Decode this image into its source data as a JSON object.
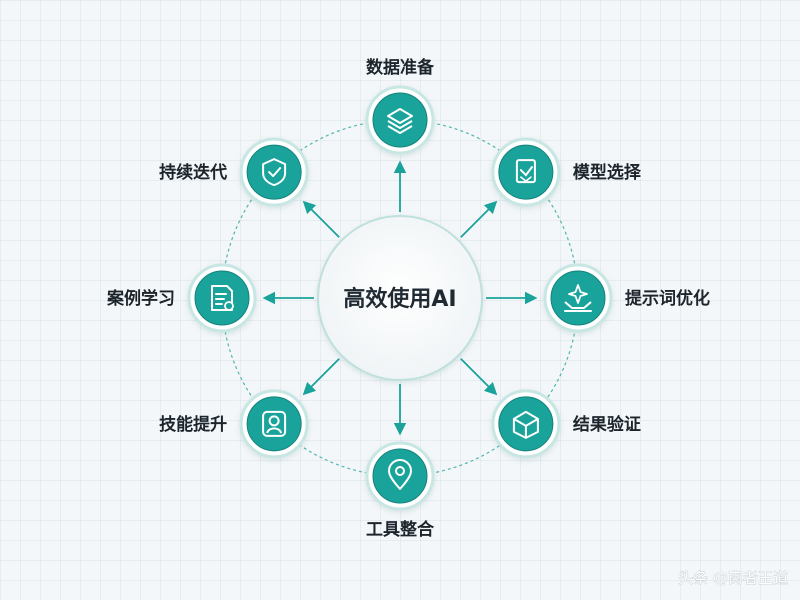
{
  "center": {
    "label": "高效使用AI"
  },
  "nodes": [
    {
      "id": "data-prep",
      "label": "数据准备",
      "icon": "layers-stack-icon"
    },
    {
      "id": "model-select",
      "label": "模型选择",
      "icon": "document-check-icon"
    },
    {
      "id": "prompt-optimize",
      "label": "提示词优化",
      "icon": "sparkle-tray-icon"
    },
    {
      "id": "result-verify",
      "label": "结果验证",
      "icon": "open-box-icon"
    },
    {
      "id": "tool-integrate",
      "label": "工具整合",
      "icon": "location-pin-icon"
    },
    {
      "id": "skill-improve",
      "label": "技能提升",
      "icon": "profile-badge-icon"
    },
    {
      "id": "case-study",
      "label": "案例学习",
      "icon": "document-list-icon"
    },
    {
      "id": "iterate",
      "label": "持续迭代",
      "icon": "shield-check-icon"
    }
  ],
  "watermark": "头条 @商者王道",
  "colors": {
    "accent": "#1aa39b",
    "accent_dark": "#12837c",
    "ring": "#c8e6e3",
    "dashed": "#52b6ae",
    "text": "#1d252c"
  }
}
